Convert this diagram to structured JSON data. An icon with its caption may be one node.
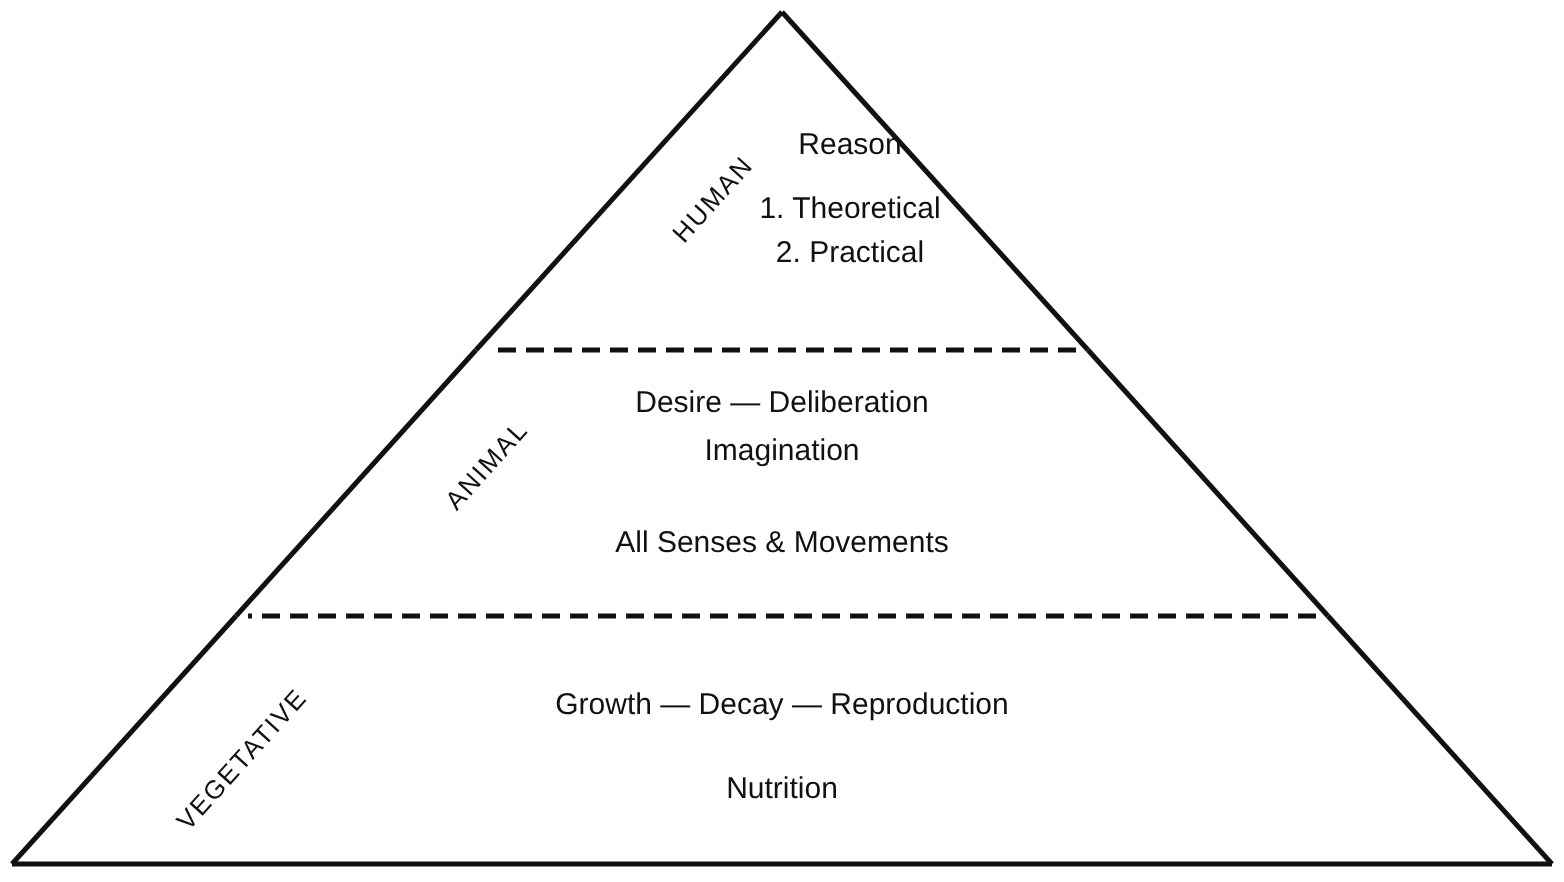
{
  "diagram": {
    "nodes": [
      {
        "text": [
          "HUMAN",
          "Reason",
          "1. Theoretical",
          "2. Practical"
        ]
      },
      {
        "text": [
          "ANIMAL",
          "Desire — Deliberation",
          "Imagination",
          "All Senses & Movements"
        ]
      },
      {
        "text": [
          "VEGETATIVE",
          "Growth — Decay — Reproduction",
          "Nutrition"
        ]
      }
    ]
  }
}
